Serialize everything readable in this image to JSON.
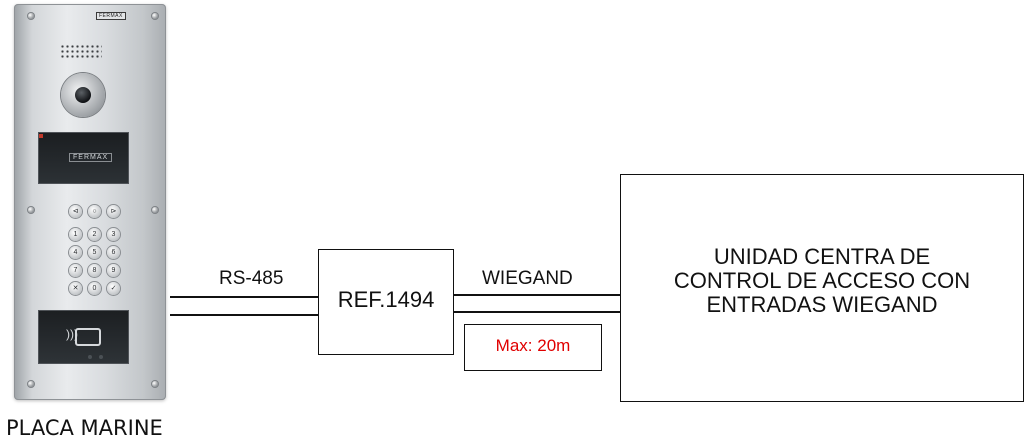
{
  "device": {
    "brand_badge": "FERMAX",
    "display_brand": "FERMAX",
    "name": "PLACA MARINE",
    "keypad": [
      [
        "⊲",
        "○",
        "⊳"
      ],
      [
        "1",
        "2",
        "3"
      ],
      [
        "4",
        "5",
        "6"
      ],
      [
        "7",
        "8",
        "9"
      ],
      [
        "✕",
        "0",
        "✓"
      ]
    ]
  },
  "diagram": {
    "link_left_label": "RS-485",
    "converter_label": "REF.1494",
    "link_right_label": "WIEGAND",
    "max_distance_label": "Max: 20m",
    "controller_label_lines": [
      "UNIDAD CENTRA DE",
      "CONTROL DE ACCESO CON",
      "ENTRADAS WIEGAND"
    ]
  },
  "colors": {
    "line": "#111111",
    "max_distance_text": "#e00000"
  }
}
